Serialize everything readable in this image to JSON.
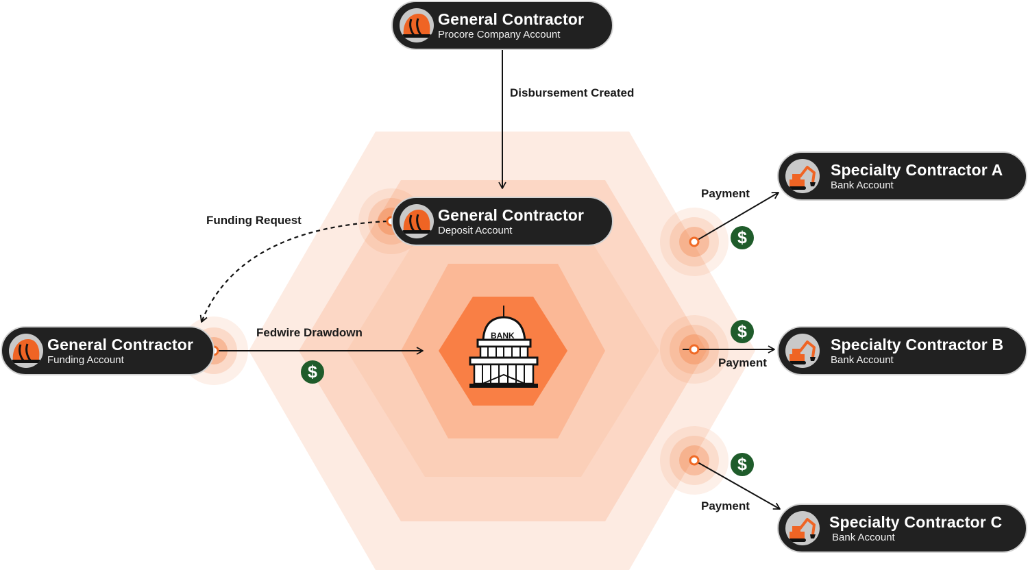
{
  "colors": {
    "hex_outer": "#fdebe2",
    "hex_mid": "#fcd7c5",
    "hex_inner": "#fbb896",
    "hex_core": "#f97f45",
    "accent": "#f06a26",
    "node_bg": "#212121",
    "money_green": "#1f5c2b"
  },
  "nodes": {
    "gc_procore": {
      "title": "General Contractor",
      "subtitle": "Procore Company Account",
      "icon": "hard-hat-icon"
    },
    "gc_deposit": {
      "title": "General Contractor",
      "subtitle": "Deposit Account",
      "icon": "hard-hat-icon"
    },
    "gc_funding": {
      "title": "General Contractor",
      "subtitle": "Funding Account",
      "icon": "hard-hat-icon"
    },
    "sc_a": {
      "title": "Specialty Contractor A",
      "subtitle": "Bank Account",
      "icon": "excavator-icon"
    },
    "sc_b": {
      "title": "Specialty Contractor B",
      "subtitle": "Bank Account",
      "icon": "excavator-icon"
    },
    "sc_c": {
      "title": "Specialty Contractor C",
      "subtitle": "Bank Account",
      "icon": "excavator-icon"
    }
  },
  "edges": {
    "disbursement": "Disbursement Created",
    "funding_request": "Funding Request",
    "fedwire": "Fedwire Drawdown",
    "payment_a": "Payment",
    "payment_b": "Payment",
    "payment_c": "Payment"
  },
  "bank": {
    "label": "BANK",
    "icon": "bank-building-icon"
  },
  "money_symbol": "$"
}
